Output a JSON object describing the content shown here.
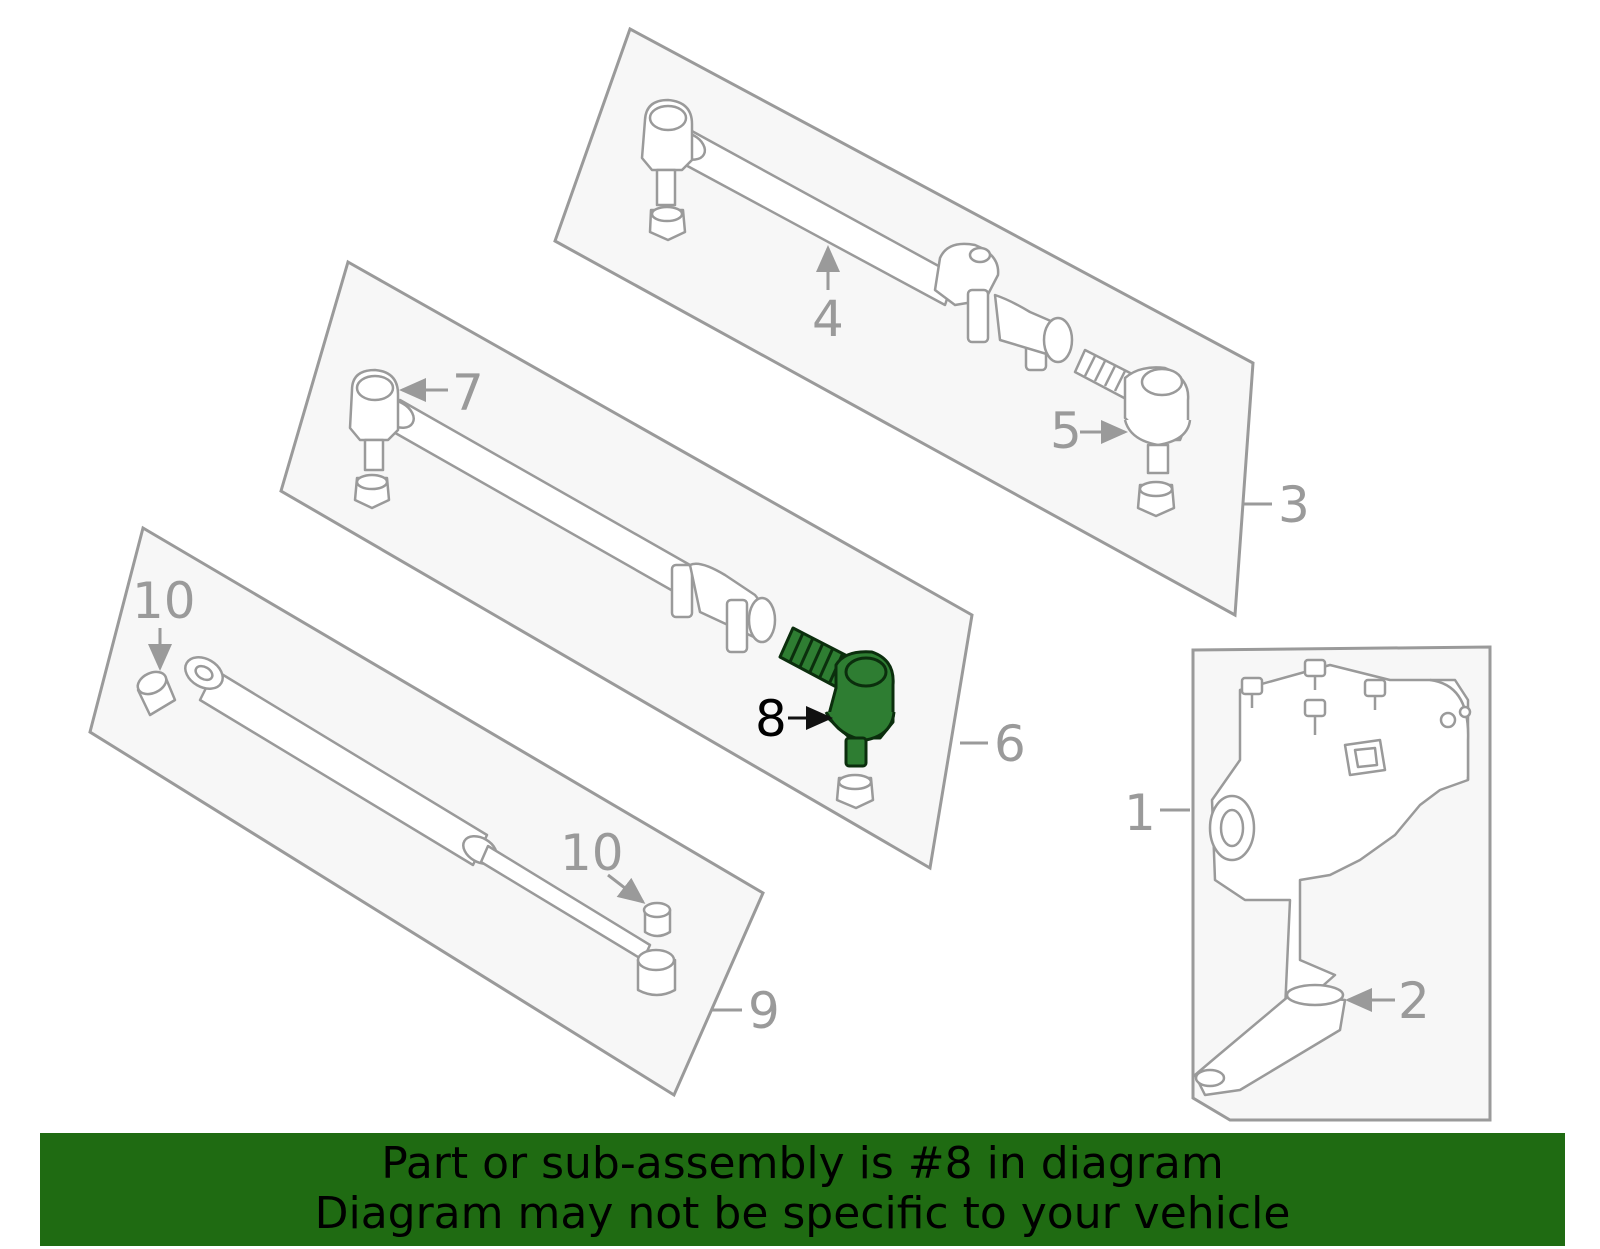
{
  "colors": {
    "highlight": "#2e7d32",
    "panel_fill": "#f7f7f7",
    "line": "#9a9a9a",
    "banner_bg": "#1f6b12"
  },
  "callouts": {
    "c1": "1",
    "c2": "2",
    "c3": "3",
    "c4": "4",
    "c5": "5",
    "c6": "6",
    "c7": "7",
    "c8": "8",
    "c9": "9",
    "c10a": "10",
    "c10b": "10"
  },
  "highlighted_part": "8",
  "banner": {
    "line1": "Part or sub-assembly is #8 in diagram",
    "line2": "Diagram may not be specific to your vehicle"
  }
}
